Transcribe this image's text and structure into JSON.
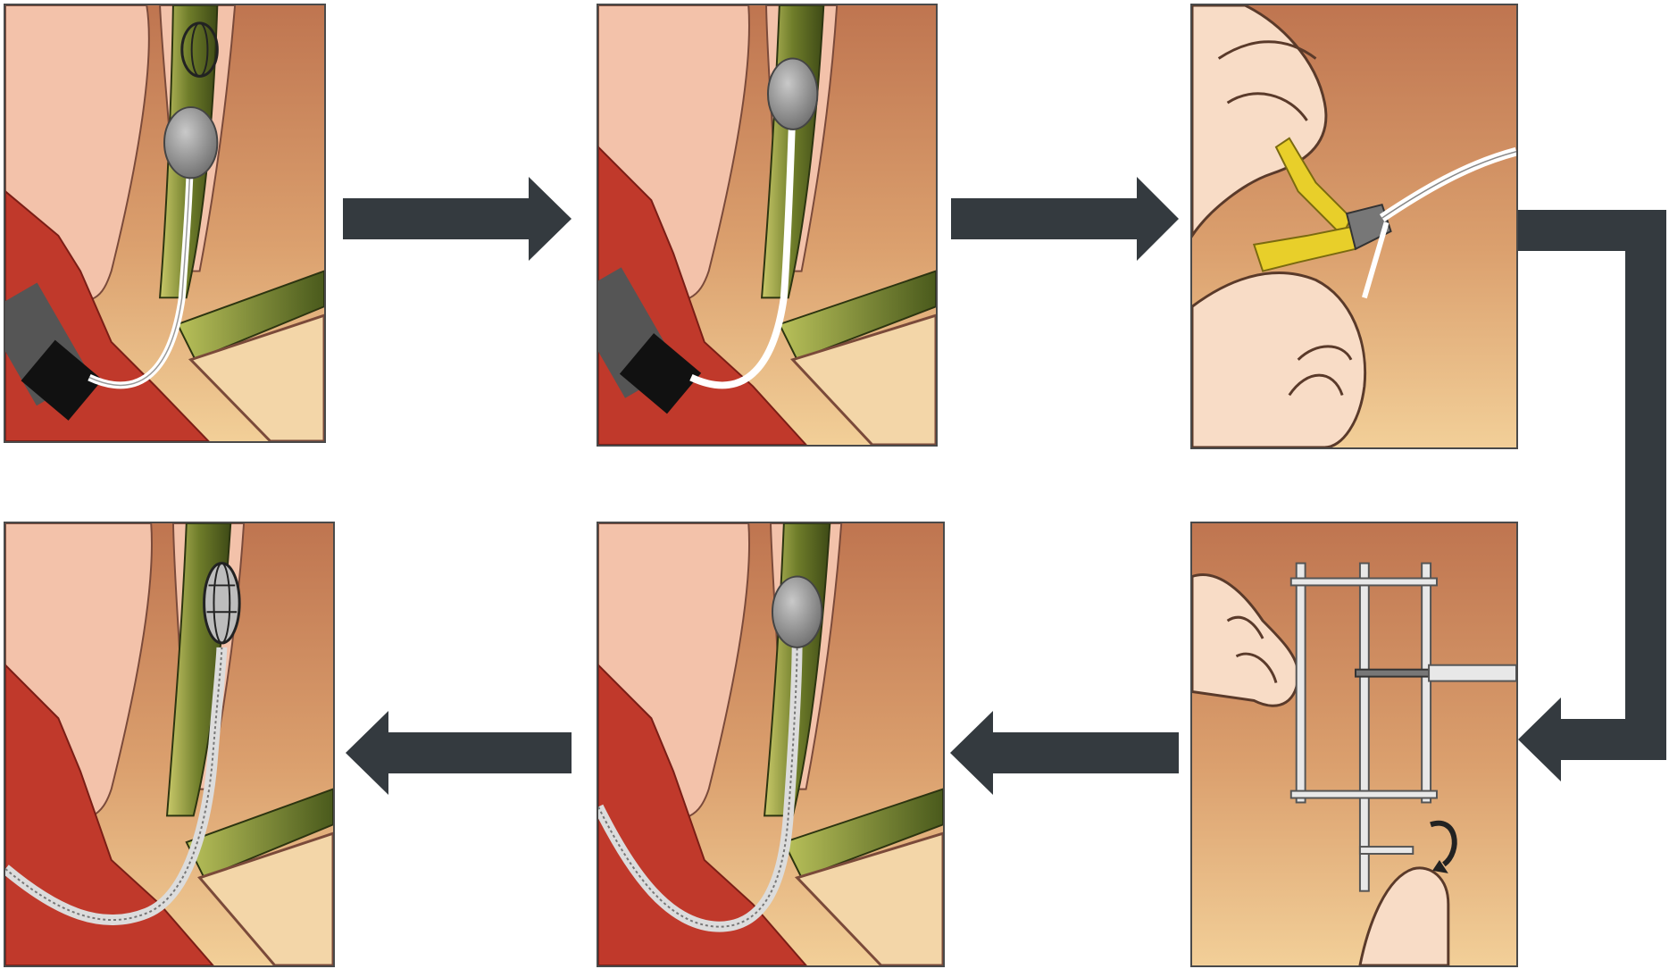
{
  "diagram": {
    "colors": {
      "arrow": "#343a3f",
      "background": "#ffffff",
      "panel_border": "#4a4a4a",
      "tissue_top": "#c07850",
      "tissue_bottom": "#f2cf98",
      "duodenum_wall": "#c0392b",
      "duct": "#6f7d2a",
      "pale_tissue": "#f3c2aa",
      "stone": "#8c8c8c",
      "skin": "#f8dcc6",
      "pliers": "#e8cf2a"
    },
    "steps": [
      {
        "icon": "basket-engaging-stone-icon"
      },
      {
        "icon": "stone-captured-in-basket-icon"
      },
      {
        "icon": "cutting-basket-handle-with-pliers-icon"
      },
      {
        "icon": "mechanical-lithotripter-handle-icon"
      },
      {
        "icon": "metal-sheath-advanced-to-stone-icon"
      },
      {
        "icon": "stone-crushed-in-basket-icon"
      }
    ],
    "flow": [
      "step-1",
      "step-2",
      "step-3",
      "step-4",
      "step-5",
      "step-6"
    ]
  }
}
